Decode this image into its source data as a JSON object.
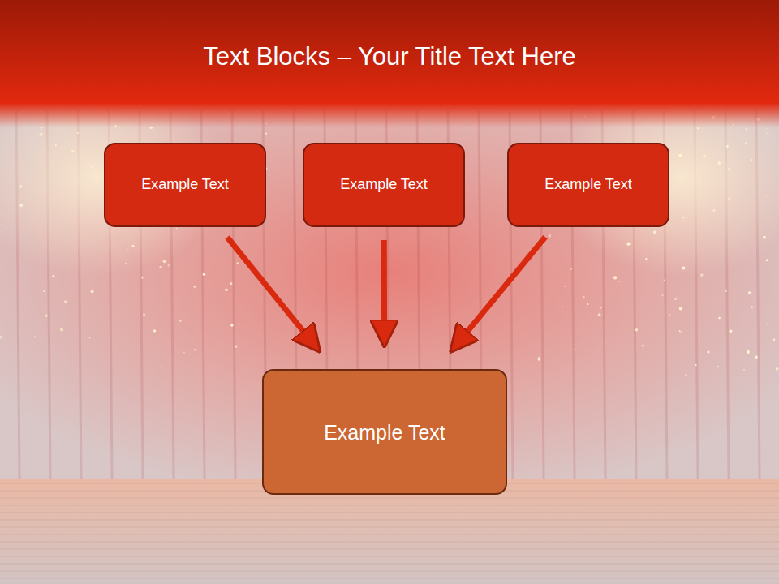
{
  "diagram": {
    "title": "Text Blocks – Your Title Text Here",
    "nodes": [
      {
        "text": [
          "Example Text"
        ]
      },
      {
        "text": [
          "Example Text"
        ]
      },
      {
        "text": [
          "Example Text"
        ]
      },
      {
        "text": [
          "Example Text"
        ]
      }
    ],
    "edges": [
      {
        "from": 0,
        "to": 3,
        "arrow": "to"
      },
      {
        "from": 1,
        "to": 3,
        "arrow": "to"
      },
      {
        "from": 2,
        "to": 3,
        "arrow": "to"
      }
    ]
  }
}
